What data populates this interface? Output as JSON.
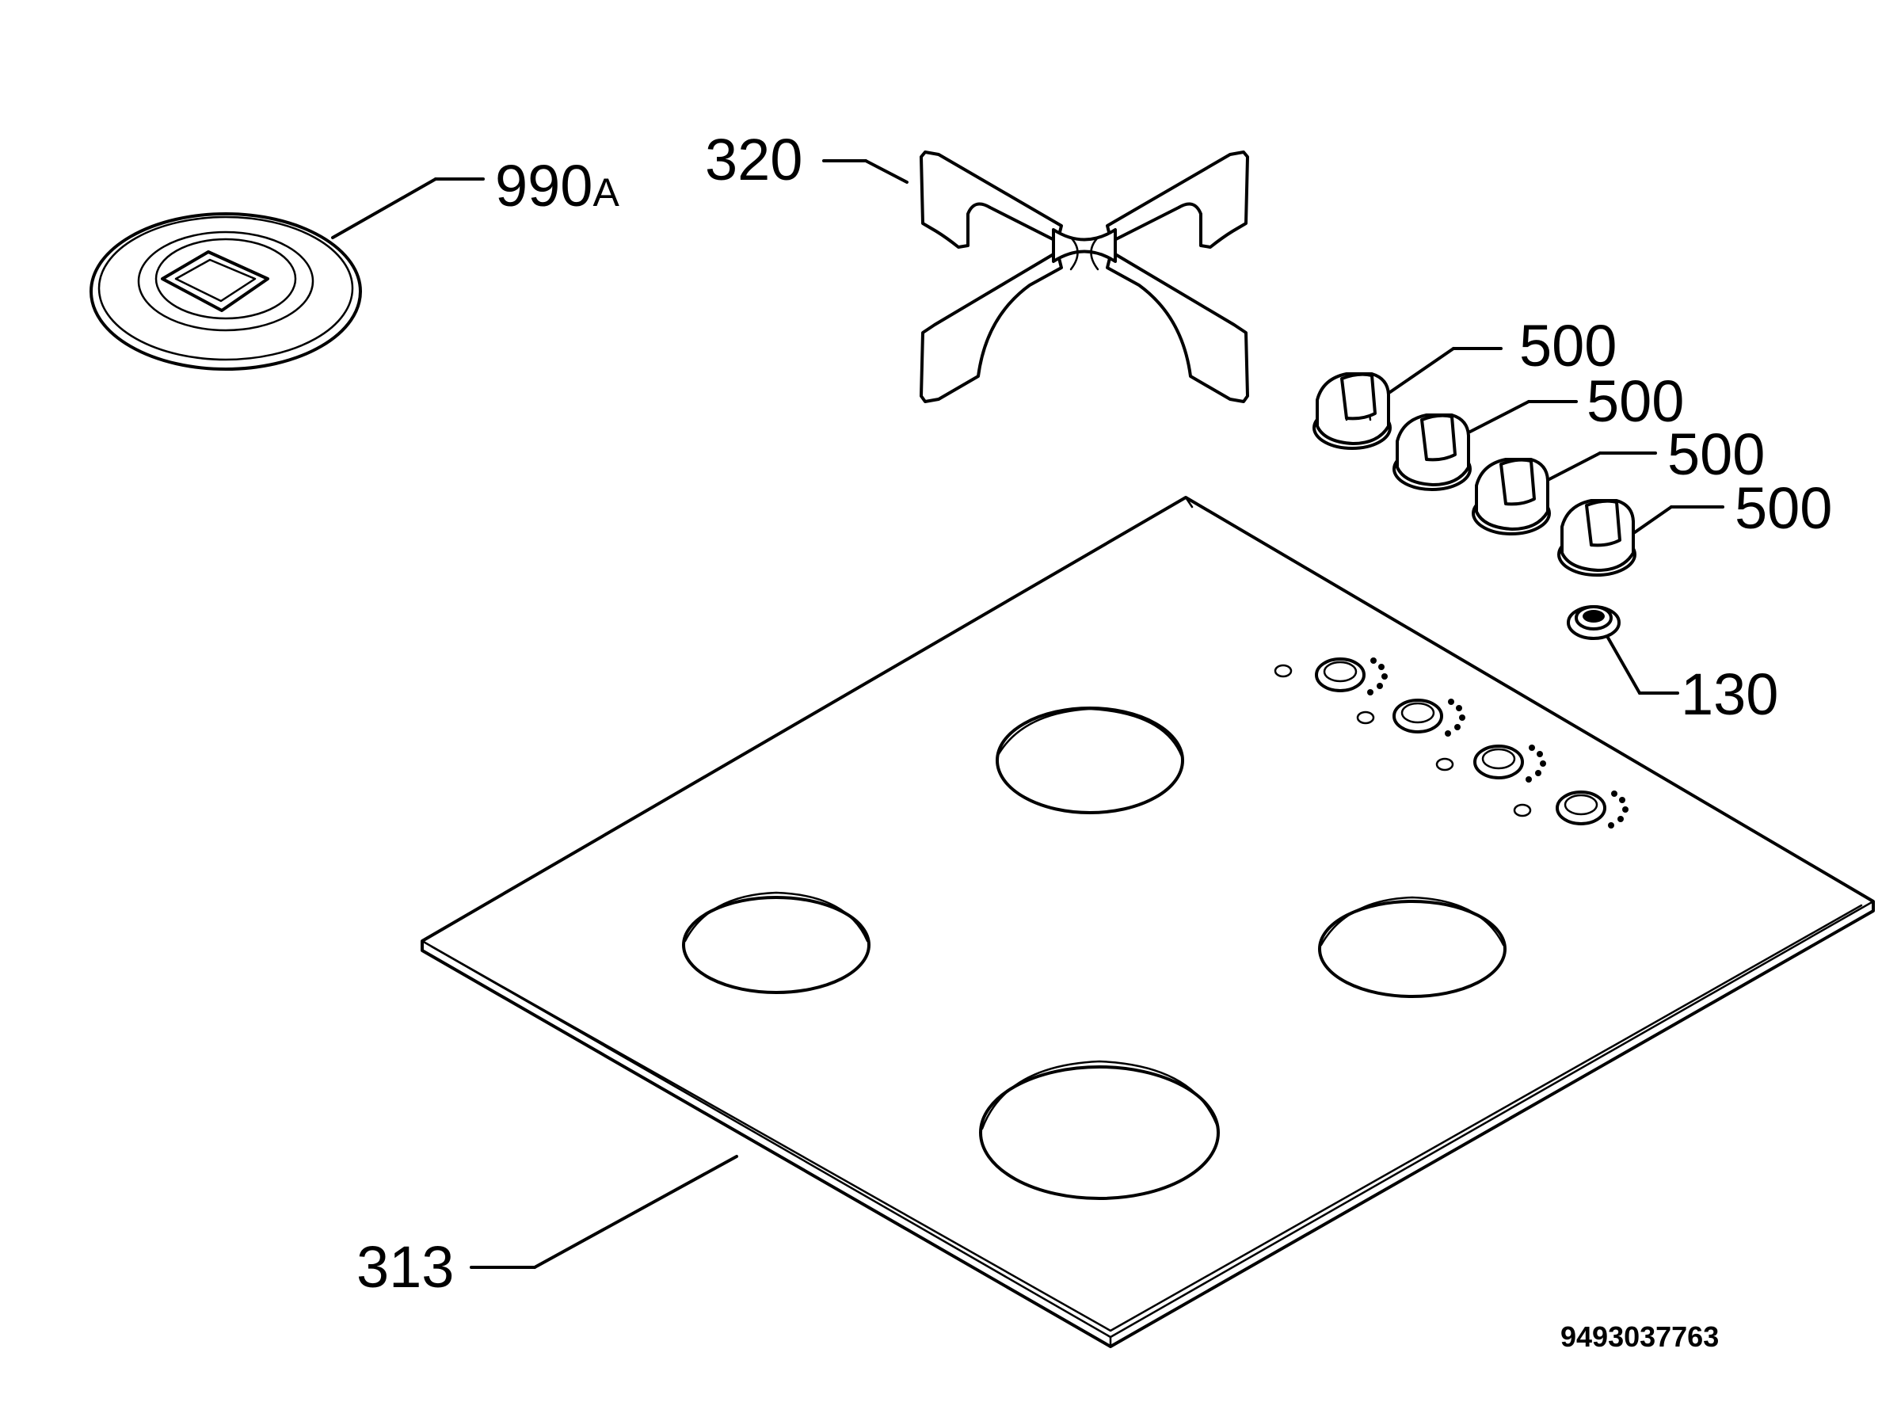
{
  "parts": {
    "plate": "990",
    "plate_suffix": "A",
    "grid": "320",
    "knob_1": "500",
    "knob_2": "500",
    "knob_3": "500",
    "knob_4": "500",
    "spark_button": "130",
    "hob_top": "313"
  },
  "drawing_code": "9493037763"
}
